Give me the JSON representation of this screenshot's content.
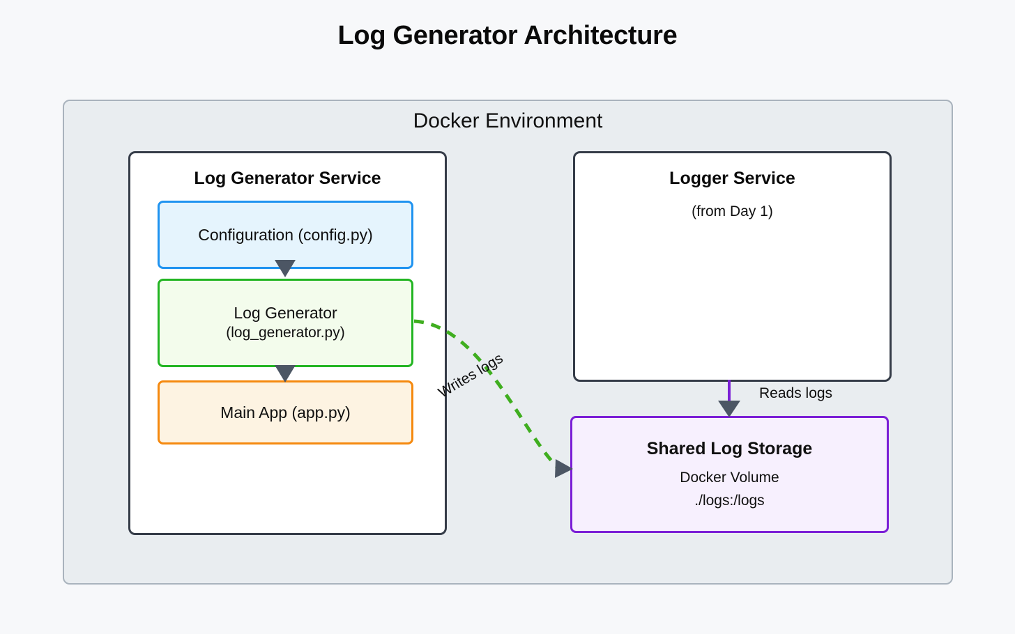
{
  "title": "Log Generator Architecture",
  "container": {
    "label": "Docker Environment",
    "border_color": "#a9b3bd",
    "fill_color": "#e9edf0"
  },
  "page": {
    "background_color": "#f7f8fa"
  },
  "services": [
    {
      "id": "log-generator-service",
      "title": "Log Generator Service",
      "subtitle": "",
      "border_color": "#353c48",
      "fill_color": "#ffffff"
    },
    {
      "id": "logger-service",
      "title": "Logger Service",
      "subtitle": "(from Day 1)",
      "border_color": "#353c48",
      "fill_color": "#ffffff"
    }
  ],
  "nodes": [
    {
      "id": "configuration",
      "line1": "Configuration (config.py)",
      "line2": "",
      "line3": "",
      "border_color": "#1f93f0",
      "fill_color": "#e5f4fd"
    },
    {
      "id": "log-generator",
      "line1": "Log Generator",
      "line2": "(log_generator.py)",
      "line3": "",
      "border_color": "#22b522",
      "fill_color": "#f3fcec"
    },
    {
      "id": "main-app",
      "line1": "Main App (app.py)",
      "line2": "",
      "line3": "",
      "border_color": "#f5890f",
      "fill_color": "#fdf3e2"
    },
    {
      "id": "shared-log-storage",
      "line1": "Shared Log Storage",
      "line2": "Docker Volume",
      "line3": "./logs:/logs",
      "border_color": "#7b1fd6",
      "fill_color": "#f7f0fe"
    }
  ],
  "edges": [
    {
      "id": "config-to-generator",
      "label": "",
      "style": "solid",
      "color": "#4c5664",
      "from": "configuration",
      "to": "log-generator"
    },
    {
      "id": "generator-to-app",
      "label": "",
      "style": "solid",
      "color": "#4c5664",
      "from": "log-generator",
      "to": "main-app"
    },
    {
      "id": "generator-to-storage",
      "label": "Writes logs",
      "style": "dashed",
      "color": "#3fae1f",
      "from": "log-generator",
      "to": "shared-log-storage"
    },
    {
      "id": "logger-to-storage",
      "label": "Reads logs",
      "style": "solid",
      "color": "#7b1fd6",
      "from": "logger-service",
      "to": "shared-log-storage"
    }
  ]
}
